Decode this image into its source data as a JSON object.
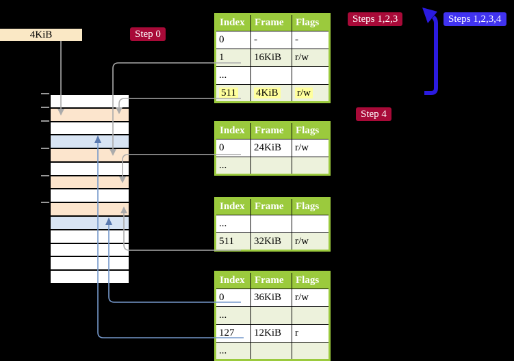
{
  "frame_box": {
    "label": "4KiB"
  },
  "badges": {
    "step0": {
      "label": "Step 0",
      "bg": "#a80a38",
      "fg": "#ffffff"
    },
    "steps123": {
      "label": "Steps 1,2,3",
      "bg": "#a80a38",
      "fg": "#ffffff"
    },
    "steps1234": {
      "label": "Steps 1,2,3,4",
      "bg": "#4133f0",
      "fg": "#ffffff"
    },
    "step4": {
      "label": "Step 4",
      "bg": "#a80a38",
      "fg": "#ffffff"
    }
  },
  "page_tables": [
    {
      "name": "table-1",
      "columns": [
        "Index",
        "Frame",
        "Flags"
      ],
      "rows": [
        {
          "cells": [
            "0",
            "-",
            "-"
          ]
        },
        {
          "cells": [
            "1",
            "16KiB",
            "r/w"
          ]
        },
        {
          "cells": [
            "...",
            "",
            ""
          ]
        },
        {
          "cells": [
            "511",
            "4KiB",
            "r/w"
          ],
          "highlight": true
        }
      ]
    },
    {
      "name": "table-2",
      "columns": [
        "Index",
        "Frame",
        "Flags"
      ],
      "rows": [
        {
          "cells": [
            "0",
            "24KiB",
            "r/w"
          ]
        },
        {
          "cells": [
            "...",
            "",
            ""
          ]
        }
      ]
    },
    {
      "name": "table-3",
      "columns": [
        "Index",
        "Frame",
        "Flags"
      ],
      "rows": [
        {
          "cells": [
            "...",
            "",
            ""
          ]
        },
        {
          "cells": [
            "511",
            "32KiB",
            "r/w"
          ]
        }
      ]
    },
    {
      "name": "table-4",
      "columns": [
        "Index",
        "Frame",
        "Flags"
      ],
      "rows": [
        {
          "cells": [
            "0",
            "36KiB",
            "r/w"
          ]
        },
        {
          "cells": [
            "...",
            "",
            ""
          ]
        },
        {
          "cells": [
            "127",
            "12KiB",
            "r"
          ]
        },
        {
          "cells": [
            "...",
            "",
            ""
          ]
        }
      ]
    }
  ],
  "memory_stack": {
    "row_colors": [
      "white",
      "peach",
      "white",
      "blue",
      "peach",
      "white",
      "peach",
      "white",
      "peach",
      "blue",
      "white",
      "white",
      "white",
      "white"
    ],
    "tick_boundaries": [
      0,
      1,
      2,
      4,
      6,
      8
    ]
  },
  "colors": {
    "background": "#000000",
    "frame_box_bg": "#fae8c5",
    "table_header_bg": "#9bca3d",
    "table_row_tint": "#edf2dc",
    "cell_highlight": "#ffff9c",
    "stack_row_peach": "#fce5cd",
    "stack_row_blue": "#d8e4f3",
    "connector_gray": "#ababab",
    "connector_blue": "#7598cb",
    "big_arrow_blue": "#2b1be0",
    "badge_red": "#a80a38",
    "badge_blue": "#4133f0"
  }
}
